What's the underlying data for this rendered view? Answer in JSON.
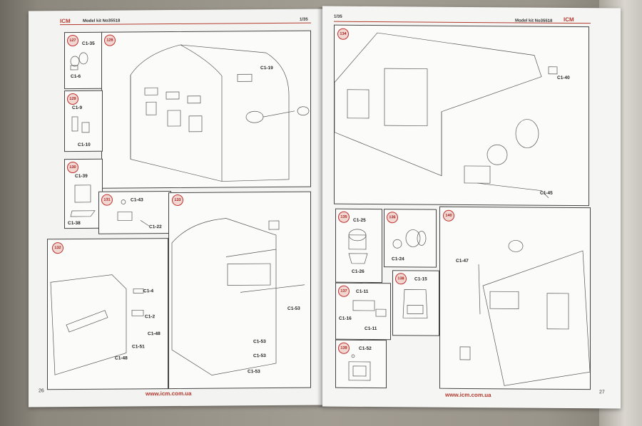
{
  "left_page": {
    "logo": "ICM",
    "kit_label": "Model kit No35518",
    "scale": "1/35",
    "url": "www.icm.com.ua",
    "page_number": "26",
    "steps": [
      {
        "num": "127",
        "parts": [
          "C1-35",
          "C1-6"
        ]
      },
      {
        "num": "128",
        "parts": [
          "C1-19"
        ]
      },
      {
        "num": "129",
        "parts": [
          "C1-9",
          "C1-10"
        ]
      },
      {
        "num": "130",
        "parts": [
          "C1-39",
          "C1-38"
        ]
      },
      {
        "num": "131",
        "parts": [
          "C1-43",
          "C1-22"
        ]
      },
      {
        "num": "132",
        "parts": [
          "C1-4",
          "C1-2",
          "C1-48",
          "C1-51",
          "C1-48"
        ]
      },
      {
        "num": "133",
        "parts": [
          "C1-53",
          "C1-53",
          "C1-53",
          "C1-53"
        ]
      }
    ]
  },
  "right_page": {
    "logo": "ICM",
    "kit_label": "Model kit No35518",
    "scale": "1/35",
    "url": "www.icm.com.ua",
    "page_number": "27",
    "steps": [
      {
        "num": "134",
        "parts": [
          "C1-40",
          "C1-45"
        ]
      },
      {
        "num": "135",
        "parts": [
          "C1-25",
          "C1-26"
        ]
      },
      {
        "num": "136",
        "parts": [
          "C1-24"
        ]
      },
      {
        "num": "137",
        "parts": [
          "C1-11",
          "C1-16",
          "C1-11"
        ]
      },
      {
        "num": "138",
        "parts": [
          "C1-15"
        ]
      },
      {
        "num": "139",
        "parts": [
          "C1-52"
        ]
      },
      {
        "num": "140",
        "parts": [
          "C1-47"
        ]
      }
    ]
  },
  "colors": {
    "accent": "#c0302a",
    "paper": "#f4f4f2"
  }
}
